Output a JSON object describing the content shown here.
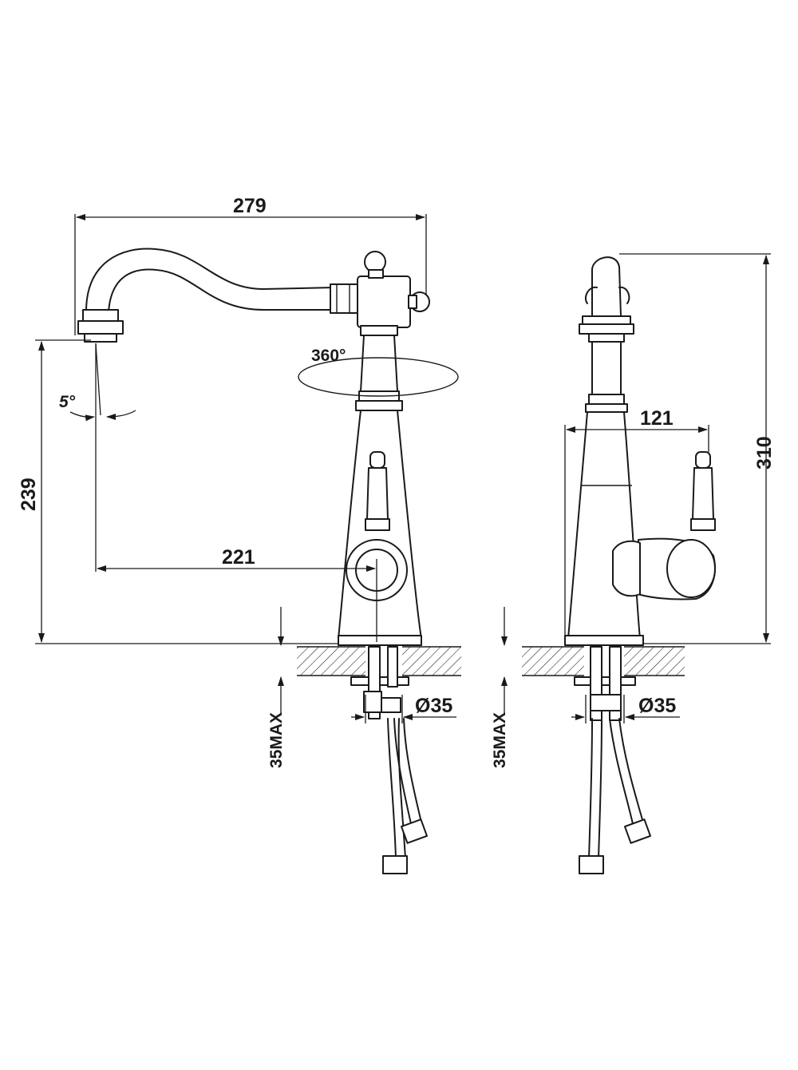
{
  "dimensions": {
    "spout_reach_total": "279",
    "spout_height": "239",
    "spout_reach_axis": "221",
    "rotation_angle": "360°",
    "spout_tilt_angle": "5°",
    "handle_depth": "121",
    "overall_height": "310",
    "hole_diameter_front": "Ø35",
    "hole_diameter_side": "Ø35",
    "counter_thickness_front": "35MAX",
    "counter_thickness_side": "35MAX"
  },
  "colors": {
    "line": "#1a1a1a",
    "background": "#ffffff"
  }
}
